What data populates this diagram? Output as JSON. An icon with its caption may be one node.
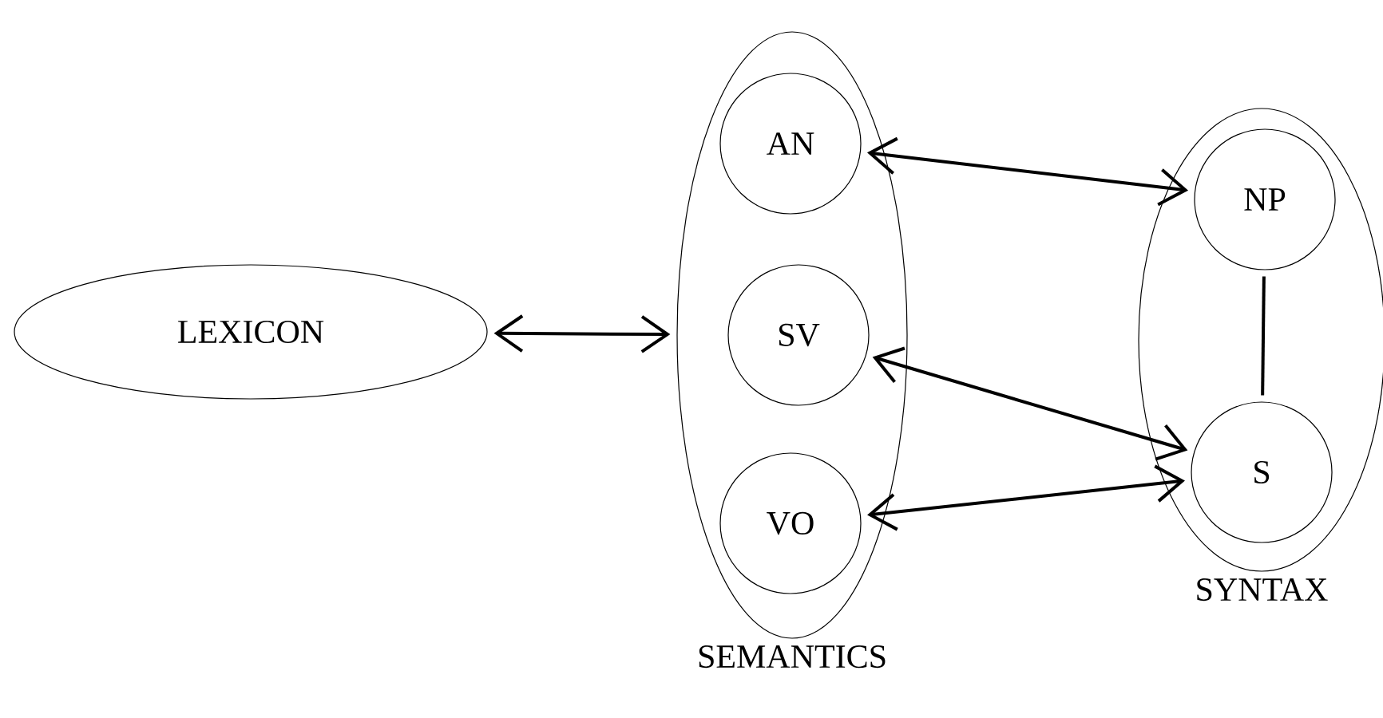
{
  "diagram": {
    "nodes": [
      {
        "text": [
          "LEXICON"
        ]
      },
      {
        "text": [
          "SEMANTICS"
        ]
      },
      {
        "text": [
          "AN"
        ],
        "in": 1
      },
      {
        "text": [
          "SV"
        ],
        "in": 1
      },
      {
        "text": [
          "VO"
        ],
        "in": 1
      },
      {
        "text": [
          "SYNTAX"
        ]
      },
      {
        "text": [
          "NP"
        ],
        "in": 5
      },
      {
        "text": [
          "S"
        ],
        "in": 5
      }
    ],
    "edges": [
      {
        "from": 0,
        "to": 1,
        "arrow": "both"
      },
      {
        "from": 2,
        "to": 6,
        "arrow": "both"
      },
      {
        "from": 3,
        "to": 7,
        "arrow": "both"
      },
      {
        "from": 4,
        "to": 7,
        "arrow": "both"
      },
      {
        "from": 6,
        "to": 7,
        "arrow": "none"
      }
    ]
  }
}
